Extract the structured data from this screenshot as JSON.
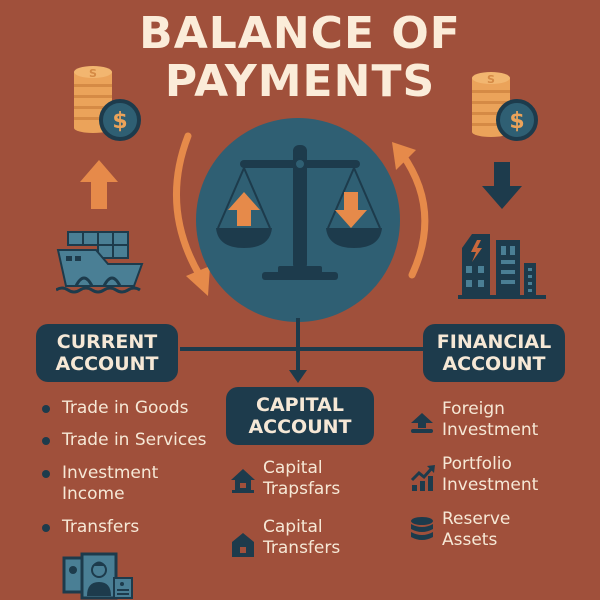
{
  "title": {
    "line1": "BALANCE OF",
    "line2": "PAYMENTS"
  },
  "colors": {
    "background": "#a0503b",
    "dark": "#1d3b4c",
    "teal": "#2f5f73",
    "orange": "#e68a4a",
    "cream": "#f6e8d6",
    "coin": "#eba35a"
  },
  "center_icon": "balance-scale-icon",
  "left_flow": {
    "top_icon": "coin-stack-dollar-icon",
    "arrow": "arrow-up-icon",
    "bottom_icon": "cargo-ship-icon"
  },
  "right_flow": {
    "top_icon": "coin-stack-dollar-icon",
    "arrow": "arrow-down-icon",
    "bottom_icon": "office-buildings-icon"
  },
  "current_account": {
    "label_line1": "CURRENT",
    "label_line2": "ACCOUNT",
    "items": [
      {
        "text": "Trade in Goods"
      },
      {
        "text": "Trade in Services"
      },
      {
        "text_line1": "Investment",
        "text_line2": "Income"
      },
      {
        "text": "Transfers"
      }
    ],
    "footer_icon": "photo-id-cards-icon"
  },
  "capital_account": {
    "label_line1": "CAPITAL",
    "label_line2": "ACCOUNT",
    "items": [
      {
        "icon": "house-icon",
        "text_line1": "Capital",
        "text_line2": "Trapsfars"
      },
      {
        "icon": "house-icon",
        "text_line1": "Capital",
        "text_line2": "Transfers"
      }
    ]
  },
  "financial_account": {
    "label_line1": "FINANCIAL",
    "label_line2": "ACCOUNT",
    "items": [
      {
        "icon": "upload-arrow-icon",
        "text_line1": "Foreign",
        "text_line2": "Investment"
      },
      {
        "icon": "growth-chart-icon",
        "text_line1": "Portfolio",
        "text_line2": "Investment"
      },
      {
        "icon": "database-stack-icon",
        "text_line1": "Reserve",
        "text_line2": "Assets"
      }
    ]
  }
}
